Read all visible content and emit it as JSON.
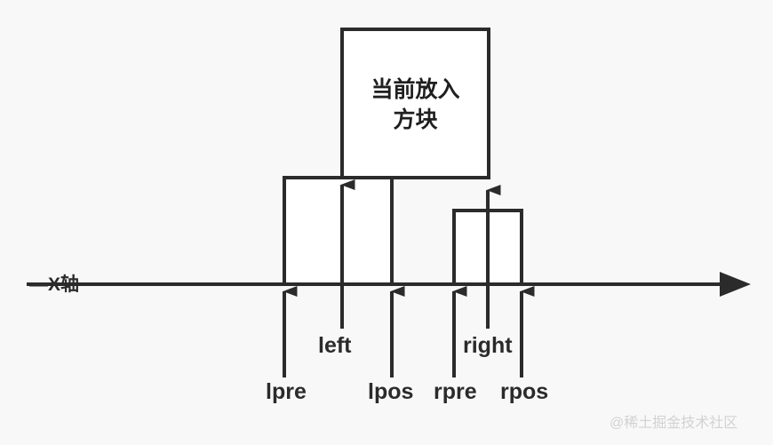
{
  "diagram": {
    "title_block": {
      "line1": "当前放入",
      "line2": "方块"
    },
    "axis": {
      "label": "—X轴",
      "name": "X轴"
    },
    "tick_labels": {
      "lpre": "lpre",
      "lpos": "lpos",
      "rpre": "rpre",
      "rpos": "rpos",
      "left": "left",
      "right": "right"
    },
    "watermark": "@稀土掘金技术社区",
    "colors": {
      "background": "#f8f8f8",
      "stroke": "#2b2b2b",
      "box_fill": "#ffffff",
      "text": "#2b2b2b",
      "watermark": "#d2d2d2"
    }
  }
}
